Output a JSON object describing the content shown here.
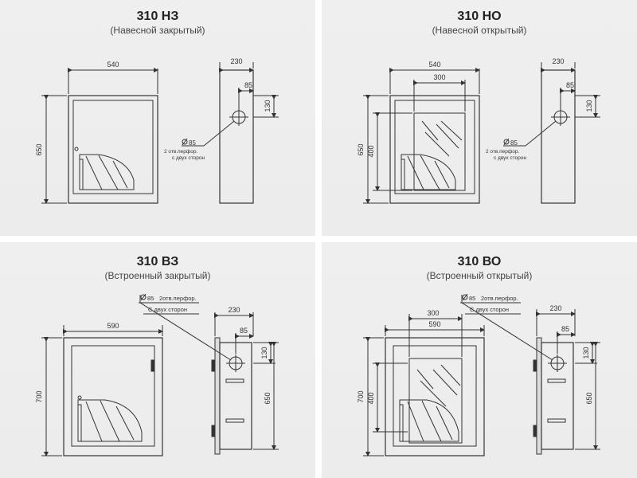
{
  "panels": [
    {
      "title": "310 НЗ",
      "subtitle": "(Навесной закрытый)",
      "dims": {
        "width": "540",
        "height": "650",
        "depth": "230",
        "hole_offset": "85",
        "hole_height": "130"
      },
      "hole_note": {
        "diameter": "85",
        "line1": "2 отв.перфор.",
        "line2": "с двух сторон"
      }
    },
    {
      "title": "310 НО",
      "subtitle": "(Навесной открытый)",
      "dims": {
        "width": "540",
        "height": "650",
        "window_width": "300",
        "window_height": "400",
        "depth": "230",
        "hole_offset": "85",
        "hole_height": "130"
      },
      "hole_note": {
        "diameter": "85",
        "line1": "2 отв.перфор.",
        "line2": "с двух сторон"
      }
    },
    {
      "title": "310 ВЗ",
      "subtitle": "(Встроенный закрытый)",
      "dims": {
        "width": "590",
        "height": "700",
        "depth": "230",
        "hole_offset": "85",
        "hole_height": "130",
        "side_height": "650"
      },
      "hole_note": {
        "diameter": "85",
        "line1": "2отв.перфор.",
        "line2": "С двух сторон"
      }
    },
    {
      "title": "310 ВО",
      "subtitle": "(Встроенный открытый)",
      "dims": {
        "width": "590",
        "height": "700",
        "window_width": "300",
        "window_height": "400",
        "depth": "230",
        "hole_offset": "85",
        "hole_height": "130",
        "side_height": "650"
      },
      "hole_note": {
        "diameter": "85",
        "line1": "2отв.перфор.",
        "line2": "С двух сторон"
      }
    }
  ],
  "colors": {
    "background": "#ececec",
    "line": "#333333"
  }
}
